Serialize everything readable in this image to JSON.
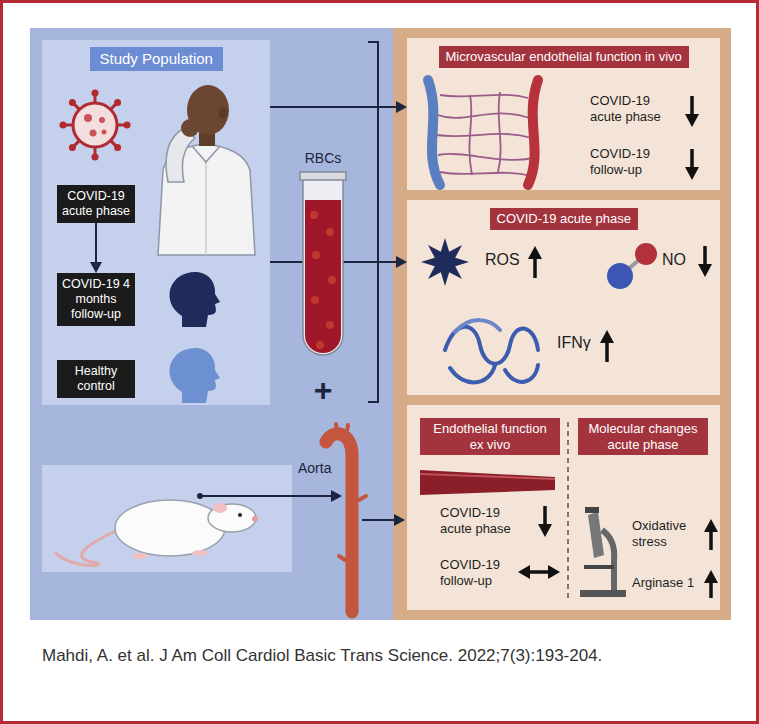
{
  "diagram": {
    "caption": "Mahdi, A. et al. J Am Coll Cardiol Basic Trans Science. 2022;7(3):193-204.",
    "nodes": [
      {
        "text": [
          "Study Population"
        ]
      },
      {
        "text": [
          "COVID-19 acute phase"
        ],
        "in": 0
      },
      {
        "text": [
          "COVID-19 4 months follow-up"
        ],
        "in": 0
      },
      {
        "text": [
          "Healthy control"
        ],
        "in": 0
      },
      {
        "text": [
          "Microvascular endothelial function in vivo",
          "COVID-19 acute phase",
          "COVID-19 follow-up"
        ]
      },
      {
        "text": [
          "COVID-19 acute phase",
          "ROS",
          "NO",
          "IFNγ"
        ]
      },
      {
        "text": [
          "Endothelial function ex vivo",
          "Molecular changes acute phase",
          "COVID-19 acute phase",
          "COVID-19 follow-up",
          "Oxidative stress",
          "Arginase 1"
        ]
      }
    ],
    "edges": [
      {
        "from": 1,
        "to": 2,
        "arrow": "to"
      },
      {
        "from": 0,
        "to": 4,
        "arrow": "to"
      },
      {
        "from": 0,
        "to": 5,
        "arrow": "to"
      }
    ],
    "labels": [
      "RBCs",
      "+",
      "Aorta"
    ]
  }
}
